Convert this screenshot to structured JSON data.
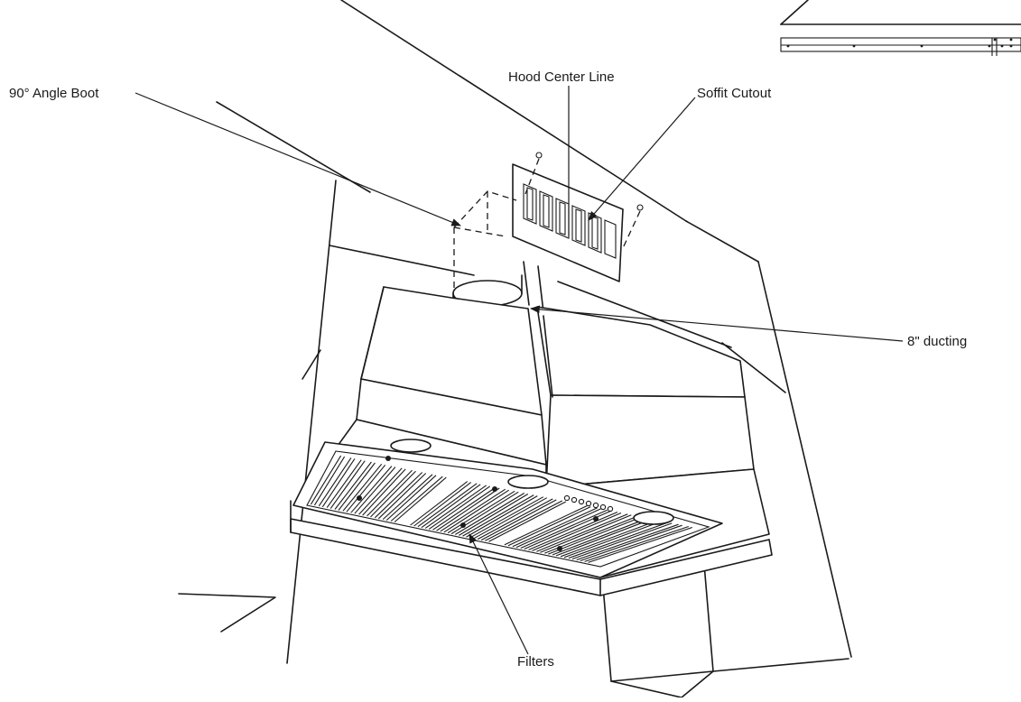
{
  "diagram": {
    "labels": {
      "angle_boot": "90° Angle Boot",
      "center_line": "Hood Center Line",
      "soffit_cutout": "Soffit Cutout",
      "ducting": "8\" ducting",
      "filters": "Filters"
    },
    "colors": {
      "ink": "#1a1a1a",
      "paper": "#ffffff"
    }
  }
}
